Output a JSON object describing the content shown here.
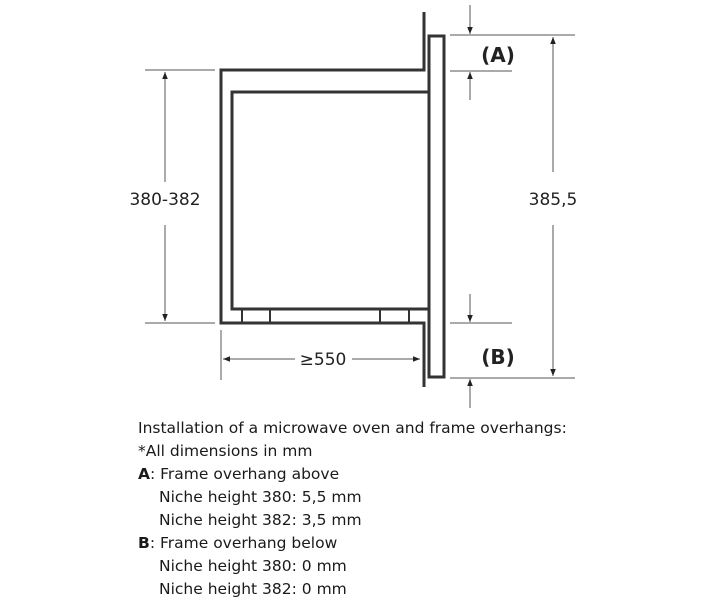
{
  "diagram": {
    "niche_height": "380-382",
    "total_height": "385,5",
    "depth": "≥550",
    "label_a": "(A)",
    "label_b": "(B)"
  },
  "notes": {
    "title": "Installation of a microwave oven and frame overhangs:",
    "units": "*All dimensions in mm",
    "a_key": "A",
    "a_text": ": Frame overhang above",
    "a_items": [
      "Niche height 380: 5,5 mm",
      "Niche height 382: 3,5 mm"
    ],
    "b_key": "B",
    "b_text": ": Frame overhang below",
    "b_items": [
      "Niche height 380: 0 mm",
      "Niche height 382: 0 mm"
    ]
  }
}
